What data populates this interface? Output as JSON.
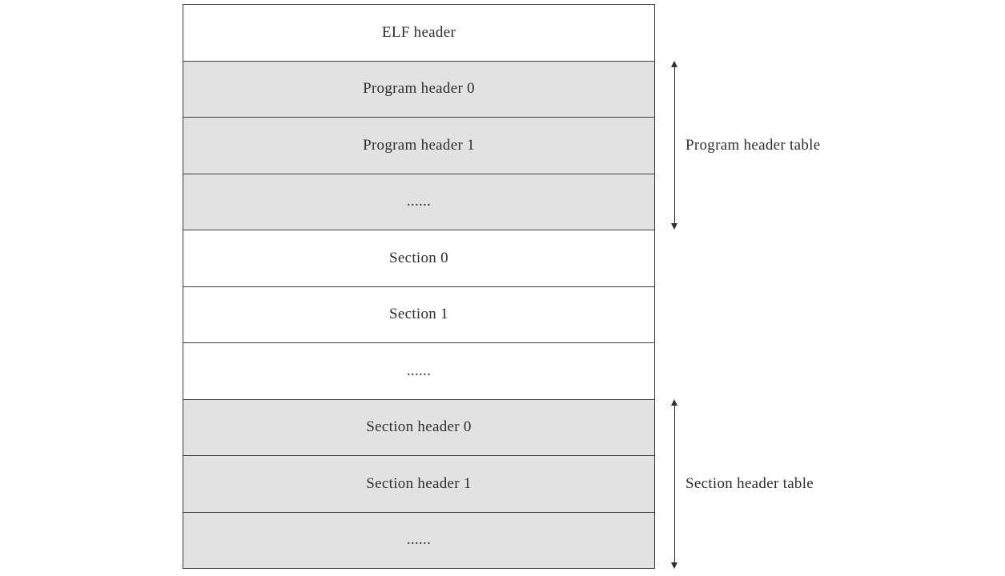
{
  "diagram": {
    "kind": "elf-file-layout",
    "rows": [
      {
        "label": "ELF header",
        "shaded": false
      },
      {
        "label": "Program header 0",
        "shaded": true
      },
      {
        "label": "Program header 1",
        "shaded": true
      },
      {
        "label": "......",
        "shaded": true
      },
      {
        "label": "Section 0",
        "shaded": false
      },
      {
        "label": "Section 1",
        "shaded": false
      },
      {
        "label": "......",
        "shaded": false
      },
      {
        "label": "Section header 0",
        "shaded": true
      },
      {
        "label": "Section header 1",
        "shaded": true
      },
      {
        "label": "......",
        "shaded": true
      }
    ],
    "annotations": [
      {
        "label": "Program header table",
        "row_start": 1,
        "row_end": 3
      },
      {
        "label": "Section header table",
        "row_start": 7,
        "row_end": 9
      }
    ],
    "colors": {
      "shaded_fill": "#e2e2e2",
      "unshaded_fill": "#ffffff",
      "border": "#3f3f3f",
      "text": "#2e2e2e"
    }
  }
}
